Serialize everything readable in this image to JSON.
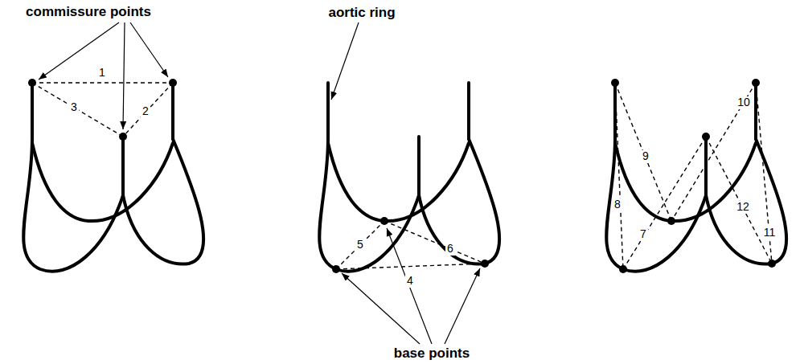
{
  "diagram": {
    "labels": [
      "commissure points",
      "aortic ring",
      "base points",
      "1",
      "2",
      "3",
      "4",
      "5",
      "6",
      "7",
      "8",
      "9",
      "10",
      "11",
      "12"
    ]
  }
}
